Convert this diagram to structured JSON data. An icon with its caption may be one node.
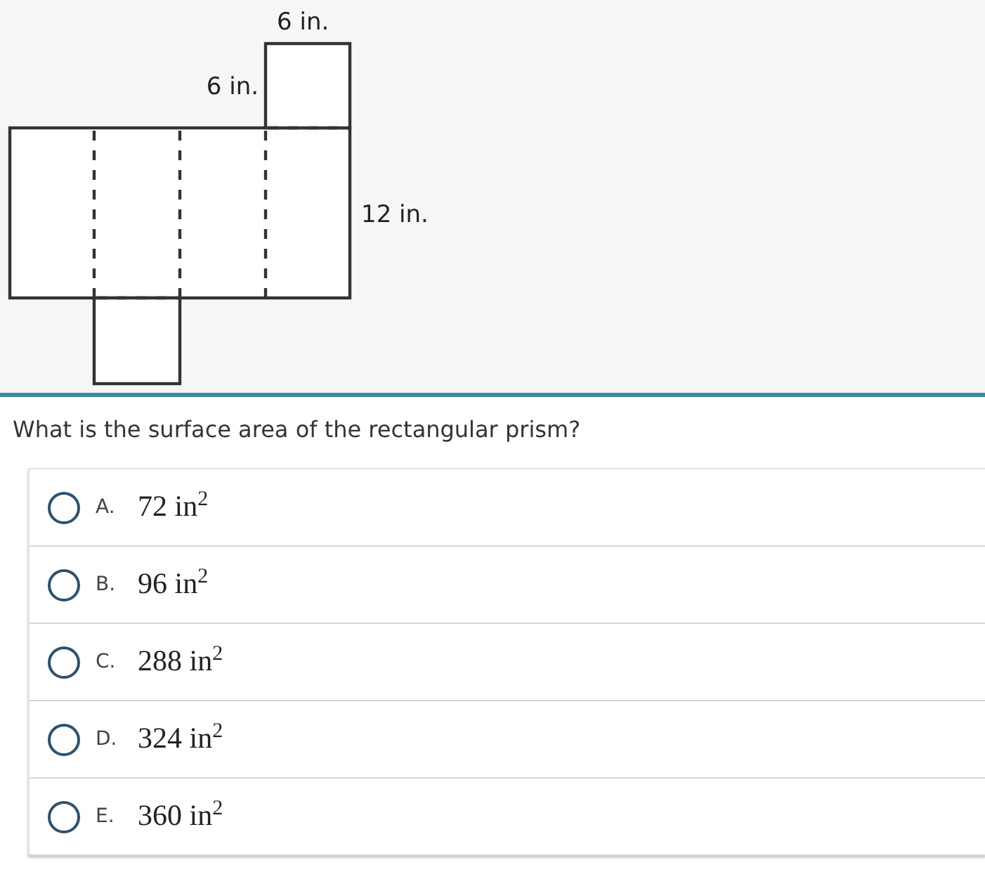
{
  "diagram": {
    "labels": [
      "6 in.",
      "6 in.",
      "12 in.",
      "What is the surface area of the rectangular prism?",
      "A.",
      "72 in$^{2}$",
      "B.",
      "96 in$^{2}$",
      "C.",
      "288 in$^{2}$",
      "D.",
      "324 in$^{2}$",
      "E.",
      "360 in$^{2}$"
    ]
  }
}
